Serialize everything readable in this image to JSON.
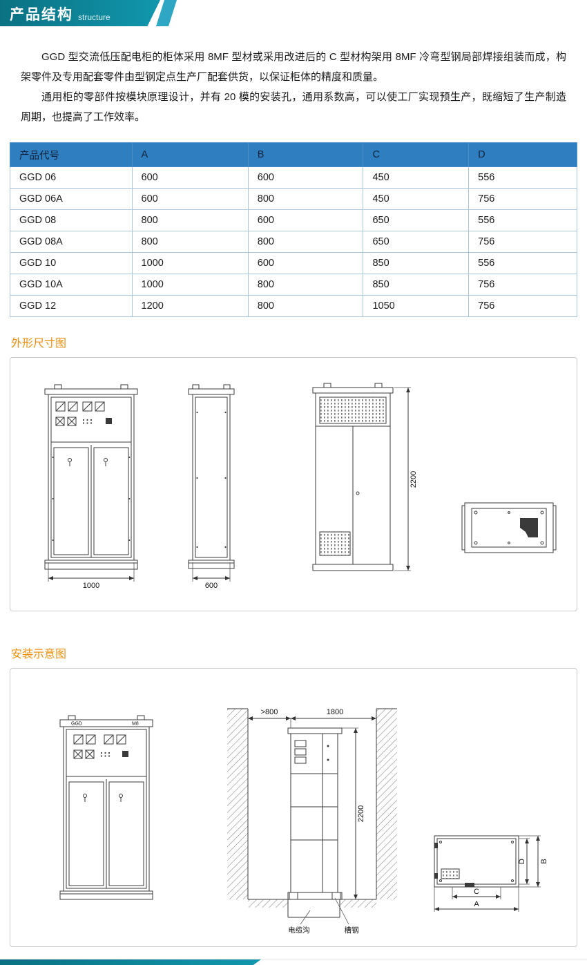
{
  "header": {
    "title": "产品结构",
    "subtitle": "structure"
  },
  "intro": {
    "p1": "GGD 型交流低压配电柜的柜体采用 8MF 型材或采用改进后的 C 型材构架用 8MF 冷弯型钢局部焊接组装而成，构架零件及专用配套零件由型钢定点生产厂配套供货，以保证柜体的精度和质量。",
    "p2": "通用柜的零部件按模块原理设计，并有 20 模的安装孔，通用系数高，可以使工厂实现预生产，既缩短了生产制造周期，也提高了工作效率。"
  },
  "spec_table": {
    "headers": [
      "产品代号",
      "A",
      "B",
      "C",
      "D"
    ],
    "rows": [
      [
        "GGD 06",
        "600",
        "600",
        "450",
        "556"
      ],
      [
        "GGD 06A",
        "600",
        "800",
        "450",
        "756"
      ],
      [
        "GGD 08",
        "800",
        "600",
        "650",
        "556"
      ],
      [
        "GGD 08A",
        "800",
        "800",
        "650",
        "756"
      ],
      [
        "GGD 10",
        "1000",
        "600",
        "850",
        "556"
      ],
      [
        "GGD 10A",
        "1000",
        "800",
        "850",
        "756"
      ],
      [
        "GGD 12",
        "1200",
        "800",
        "1050",
        "756"
      ]
    ]
  },
  "outline_section": {
    "title": "外形尺寸图",
    "dims": {
      "front_width": "1000",
      "side_width": "600",
      "height": "2200"
    }
  },
  "install_section": {
    "title": "安装示意图",
    "labels": {
      "badge_left": "GGD",
      "badge_right": "M8",
      "rear_gap": ">800",
      "front_aisle": "1800",
      "height": "2200",
      "cable_trench": "电缆沟",
      "channel_steel": "槽钢",
      "dim_a": "A",
      "dim_b": "B",
      "dim_c": "C",
      "dim_d": "D"
    }
  }
}
